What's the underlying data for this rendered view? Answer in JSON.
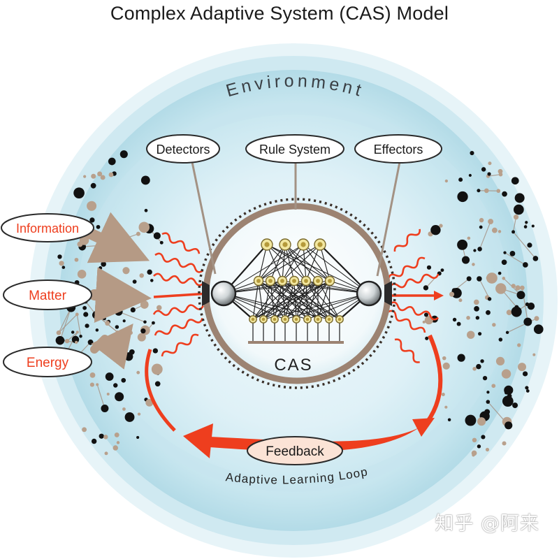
{
  "title": "Complex Adaptive System (CAS) Model",
  "environment_label": "Environment",
  "components": {
    "detectors": "Detectors",
    "rule_system": "Rule System",
    "effectors": "Effectors"
  },
  "inputs": {
    "information": "Information",
    "matter": "Matter",
    "energy": "Energy"
  },
  "core_label": "CAS",
  "feedback_label": "Feedback",
  "loop_label": "Adaptive Learning Loop",
  "watermark": "知乎 @阿来",
  "colors": {
    "arrow_red": "#ee3e1e",
    "input_arrow_tan": "#b59a85",
    "ring_tan": "#9c8372",
    "env_blue": "#b9dde8",
    "node_yellow": "#f2e7a0"
  }
}
